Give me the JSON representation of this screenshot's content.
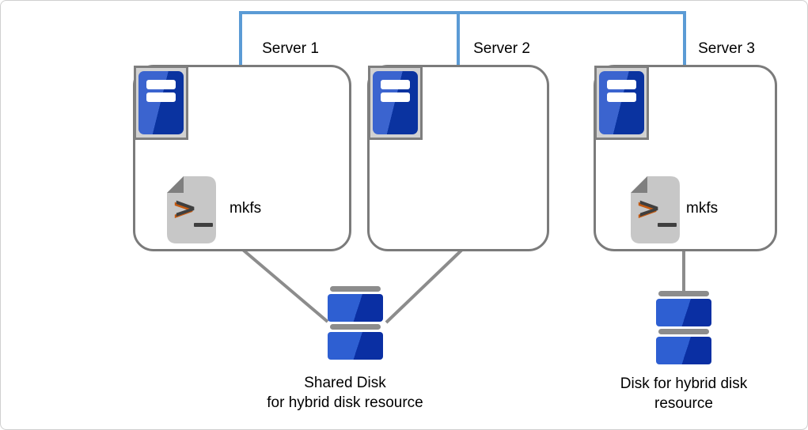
{
  "servers": [
    {
      "label": "Server 1",
      "script_label": "mkfs"
    },
    {
      "label": "Server 2"
    },
    {
      "label": "Server 3",
      "script_label": "mkfs"
    }
  ],
  "disks": {
    "shared": {
      "label_line1": "Shared Disk",
      "label_line2": "for hybrid disk resource"
    },
    "hybrid": {
      "label_line1": "Disk for hybrid disk",
      "label_line2": "resource"
    }
  },
  "icons": {
    "prompt_char": ">"
  },
  "colors": {
    "interconnect_blue": "#5b9bd5",
    "box_border_gray": "#7b7b7b",
    "link_line_gray": "#8c8c8c",
    "server_tower_light_blue": "#3b64cf",
    "server_tower_dark_blue": "#0a33a0",
    "disk_light_blue": "#2e5fd2",
    "disk_dark_blue": "#0a2fa3",
    "script_page_gray": "#c7c7c7",
    "script_fold_gray": "#7f7f7f"
  }
}
